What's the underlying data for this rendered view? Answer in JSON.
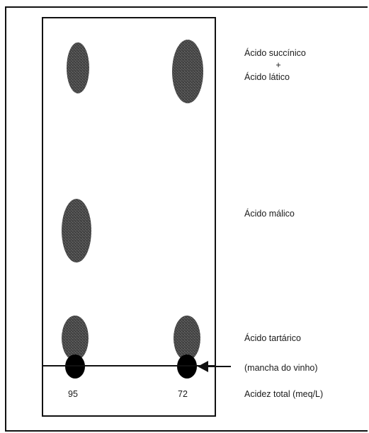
{
  "chromatogram": {
    "labels": {
      "succinic": "Ácido succínico",
      "plus": "+",
      "lactic": "Ácido lático",
      "malic": "Ácido málico",
      "tartaric": "Ácido tartárico",
      "wine_spot": "(mancha do vinho)",
      "total_acidity": "Acidez total (meq/L)"
    },
    "lanes": [
      {
        "value": "95",
        "spots": [
          "succinic-lactic",
          "malic",
          "tartaric",
          "origin"
        ]
      },
      {
        "value": "72",
        "spots": [
          "succinic-lactic",
          "tartaric",
          "origin"
        ]
      }
    ]
  }
}
